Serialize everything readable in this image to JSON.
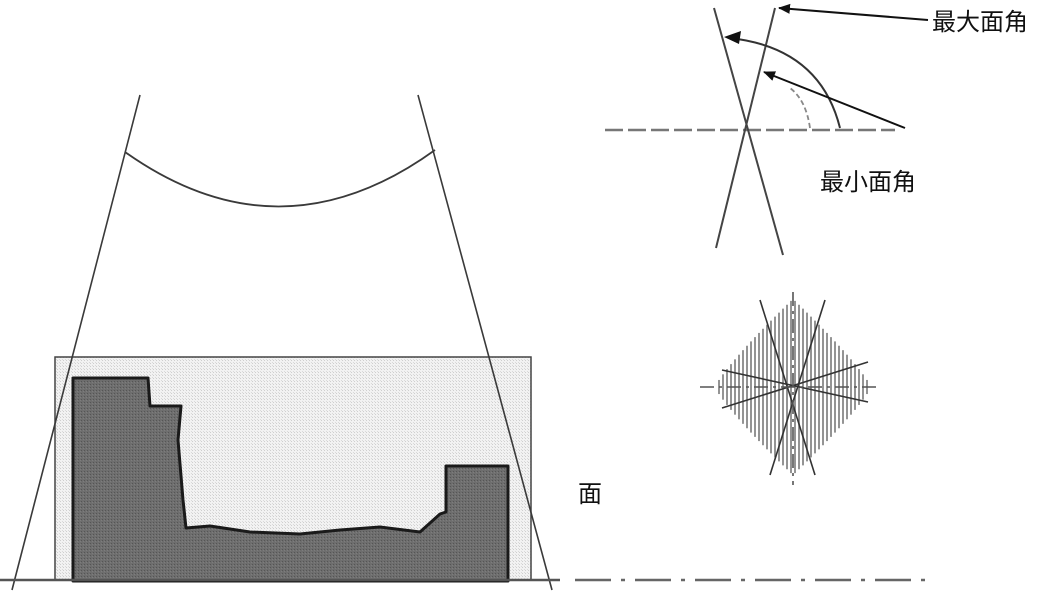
{
  "labels": {
    "max_face_angle": "最大面角",
    "min_face_angle": "最小面角",
    "face": "面"
  },
  "colors": {
    "line": "#3a3a3a",
    "dark_fill": "#6a6a6a",
    "light_fill": "#ececec",
    "dashed": "#7a7a7a"
  }
}
